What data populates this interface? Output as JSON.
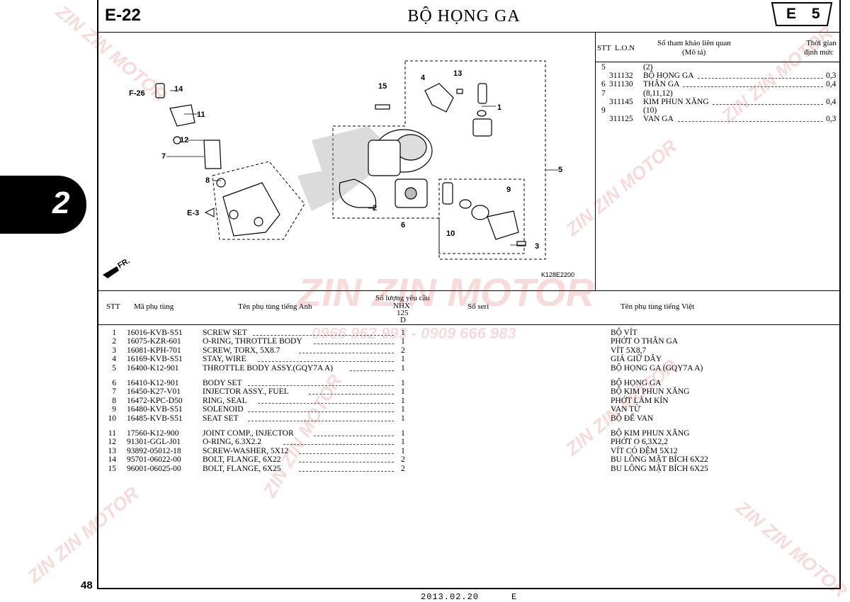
{
  "header": {
    "section_code": "E-22",
    "title": "BỘ HỌNG GA",
    "category_badge": "E 5",
    "chapter_tab": "2",
    "page_number": "48",
    "date": "2013.02.20",
    "footer_code": "E"
  },
  "diagram": {
    "ref_code": "K128E2200",
    "ref_f": "F-26",
    "ref_e": "E-3",
    "front_label": "FR.",
    "callouts": [
      "1",
      "2",
      "3",
      "4",
      "5",
      "6",
      "7",
      "8",
      "9",
      "10",
      "11",
      "12",
      "13",
      "14",
      "15"
    ]
  },
  "labor": {
    "headers": {
      "stt": "STT",
      "lon": "L.O.N",
      "desc": "Số tham khảo liên quan",
      "desc_sub": "(Mô tả)",
      "time": "Thời gian",
      "time_sub": "định mức"
    },
    "rows": [
      {
        "stt": "5",
        "lon": "",
        "desc": "(2)",
        "time": ""
      },
      {
        "stt": "",
        "lon": "311132",
        "desc": "BỘ HỌNG GA",
        "time": "0,3"
      },
      {
        "stt": "6",
        "lon": "311130",
        "desc": "THÂN GA",
        "time": "0,4"
      },
      {
        "stt": "7",
        "lon": "",
        "desc": "(8,11,12)",
        "time": ""
      },
      {
        "stt": "",
        "lon": "311145",
        "desc": "KIM PHUN XĂNG",
        "time": "0,4"
      },
      {
        "stt": "9",
        "lon": "",
        "desc": "(10)",
        "time": ""
      },
      {
        "stt": "",
        "lon": "311125",
        "desc": "VAN GA",
        "time": "0,3"
      }
    ]
  },
  "parts": {
    "headers": {
      "stt": "STT",
      "part_no": "Mã phụ tùng",
      "name_en": "Tên phụ tùng tiếng Anh",
      "qty": "Số lượng yêu cầu",
      "qty_sub1": "NHX",
      "qty_sub2": "125",
      "qty_sub3": "D",
      "serial": "Số seri",
      "name_vi": "Tên phụ tùng tiếng Việt"
    },
    "rows": [
      {
        "stt": "1",
        "part_no": "16016-KVB-S51",
        "name_en": "SCREW SET",
        "qty": "1",
        "name_vi": "BỘ VÍT"
      },
      {
        "stt": "2",
        "part_no": "16075-KZR-601",
        "name_en": "O-RING, THROTTLE BODY",
        "qty": "1",
        "name_vi": "PHỚT O THÂN GA"
      },
      {
        "stt": "3",
        "part_no": "16081-KPH-701",
        "name_en": "SCREW, TORX, 5X8.7",
        "qty": "2",
        "name_vi": "VÍT 5X8,7"
      },
      {
        "stt": "4",
        "part_no": "16169-KVB-S51",
        "name_en": "STAY, WIRE",
        "qty": "1",
        "name_vi": "GIÁ GIỮ DÂY"
      },
      {
        "stt": "5",
        "part_no": "16400-K12-901",
        "name_en": "THROTTLE BODY ASSY.(GQY7A A)",
        "qty": "1",
        "name_vi": "BỘ HỌNG GA (GQY7A A)"
      },
      {
        "stt": "6",
        "part_no": "16410-K12-901",
        "name_en": "BODY SET",
        "qty": "1",
        "name_vi": "BỘ HỌNG GA"
      },
      {
        "stt": "7",
        "part_no": "16450-K27-V01",
        "name_en": "INJECTOR ASSY., FUEL",
        "qty": "1",
        "name_vi": "BỘ KIM PHUN XĂNG"
      },
      {
        "stt": "8",
        "part_no": "16472-KPC-D50",
        "name_en": "RING, SEAL",
        "qty": "1",
        "name_vi": "PHỚT LÀM KÍN"
      },
      {
        "stt": "9",
        "part_no": "16480-KVB-S51",
        "name_en": "SOLENOID",
        "qty": "1",
        "name_vi": "VAN TỪ"
      },
      {
        "stt": "10",
        "part_no": "16485-KVB-S51",
        "name_en": "SEAT SET",
        "qty": "1",
        "name_vi": "BỘ ĐẾ VAN"
      },
      {
        "stt": "11",
        "part_no": "17560-K12-900",
        "name_en": "JOINT COMP., INJECTOR",
        "qty": "1",
        "name_vi": "BỘ KIM PHUN XĂNG"
      },
      {
        "stt": "12",
        "part_no": "91301-GGL-J01",
        "name_en": "O-RING, 6.3X2.2",
        "qty": "1",
        "name_vi": "PHỚT O 6,3X2,2"
      },
      {
        "stt": "13",
        "part_no": "93892-05012-18",
        "name_en": "SCREW-WASHER, 5X12",
        "qty": "1",
        "name_vi": "VÍT CÓ ĐỆM 5X12"
      },
      {
        "stt": "14",
        "part_no": "95701-06022-00",
        "name_en": "BOLT, FLANGE, 6X22",
        "qty": "2",
        "name_vi": "BU LÔNG MẶT BÍCH 6X22"
      },
      {
        "stt": "15",
        "part_no": "96001-06025-00",
        "name_en": "BOLT, FLANGE, 6X25",
        "qty": "2",
        "name_vi": "BU LÔNG MẶT BÍCH 6X25"
      }
    ]
  },
  "watermark": {
    "brand": "ZIN ZIN MOTOR",
    "phone": "0966 962 993 - 0909 666 983",
    "color": "#d23232"
  }
}
